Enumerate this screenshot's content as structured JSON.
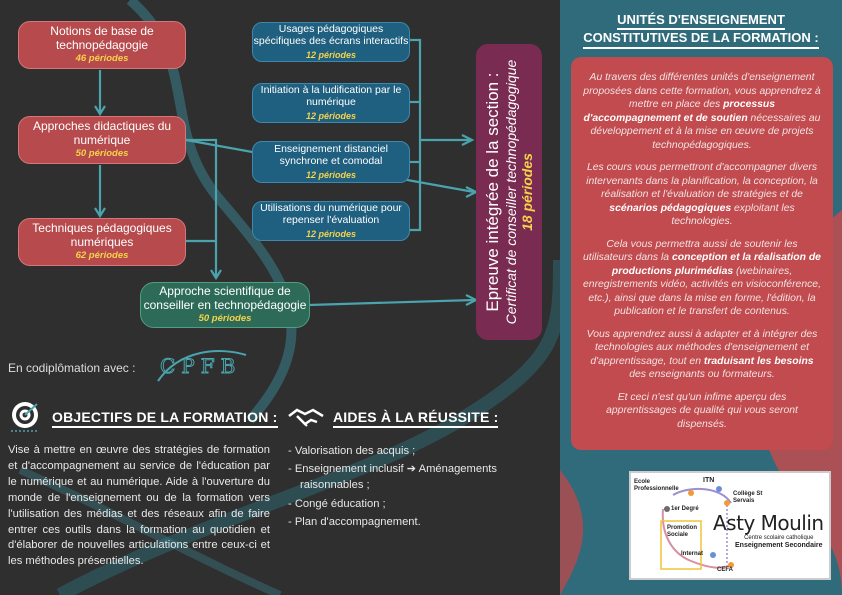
{
  "flow": {
    "notions": {
      "title": "Notions de base de technopédagogie",
      "periods": "46 périodes"
    },
    "approches": {
      "title": "Approches didactiques du numérique",
      "periods": "50 périodes"
    },
    "techniques": {
      "title": "Techniques pédagogiques numériques",
      "periods": "62 périodes"
    },
    "scientifique": {
      "title": "Approche scientifique de conseiller en technopédagogie",
      "periods": "50 périodes"
    },
    "usages": {
      "title": "Usages pédagogiques spécifiques des écrans interactifs",
      "periods": "12 périodes"
    },
    "ludification": {
      "title": "Initiation à la ludification par le numérique",
      "periods": "12 périodes"
    },
    "distanciel": {
      "title": "Enseignement distanciel synchrone et comodal",
      "periods": "12 périodes"
    },
    "evaluation": {
      "title": "Utilisations du numérique pour repenser l'évaluation",
      "periods": "12 périodes"
    },
    "epreuve": {
      "line1": "Epreuve intégrée de la section :",
      "line2": "Certificat de conseiller technopédagogique",
      "line3": "18 périodes"
    }
  },
  "codiplomation": {
    "label": "En codiplômation avec :",
    "logo_text": "CPFB"
  },
  "objectifs": {
    "title": "OBJECTIFS DE LA FORMATION :",
    "text": "Vise à mettre en œuvre des stratégies de formation et d'accompagnement au service de l'éducation par le numérique et au numérique. Aide à l'ouverture du monde de l'enseignement ou de la formation vers l'utilisation des médias et des réseaux afin de faire entrer ces outils dans la formation au quotidien et d'élaborer de nouvelles articulations entre ceux-ci et les méthodes présentielles."
  },
  "aides": {
    "title": "AIDES À LA RÉUSSITE :",
    "items": [
      "- Valorisation des acquis ;",
      "- Enseignement inclusif ➔ Aménagements raisonnables ;",
      "- Congé éducation ;",
      "- Plan d'accompagnement."
    ]
  },
  "unites": {
    "title1": "UNITÉS D'ENSEIGNEMENT",
    "title2": "CONSTITUTIVES DE LA FORMATION :",
    "p1a": "Au travers des différentes unités d'enseignement proposées dans cette formation, vous apprendrez à mettre en place des ",
    "p1b": "processus d'accompagnement et de soutien",
    "p1c": " nécessaires au développement et à la mise en œuvre de projets technopédagogiques.",
    "p2a": "Les cours vous permettront d'accompagner divers intervenants dans la planification, la conception, la réalisation et l'évaluation de stratégies et de ",
    "p2b": "scénarios pédagogiques",
    "p2c": " exploitant les technologies.",
    "p3a": "Cela vous permettra aussi de soutenir les utilisateurs dans la ",
    "p3b": "conception et la réalisation de productions plurimédias",
    "p3c": " (webinaires, enregistrements vidéo, activités en visioconférence, etc.), ainsi que dans la mise en forme, l'édition, la publication et le transfert de contenus.",
    "p4a": "Vous apprendrez aussi à adapter et à intégrer des technologies aux méthodes d'enseignement et d'apprentissage, tout en ",
    "p4b": "traduisant les besoins",
    "p4c": " des enseignants ou formateurs.",
    "p5": "Et ceci n'est qu'un infime aperçu des apprentissages de qualité qui vous seront dispensés."
  },
  "logo": {
    "ecole": "Ecole Professionnelle",
    "itn": "ITN",
    "college": "Collège St Servais",
    "degre": "1er Degré",
    "promotion": "Promotion Sociale",
    "internat": "Internat",
    "cefa": "CEFA",
    "name": "Asty Moulin",
    "sub1": "Centre scolaire catholique",
    "sub2": "Enseignement Secondaire"
  },
  "colors": {
    "background": "#2f2f2f",
    "red": "#b64a4c",
    "blue": "#1f5f7f",
    "green": "#2d6b58",
    "purple": "#7a2b52",
    "teal": "#2f6b7a",
    "yellow": "#f5d34a"
  }
}
